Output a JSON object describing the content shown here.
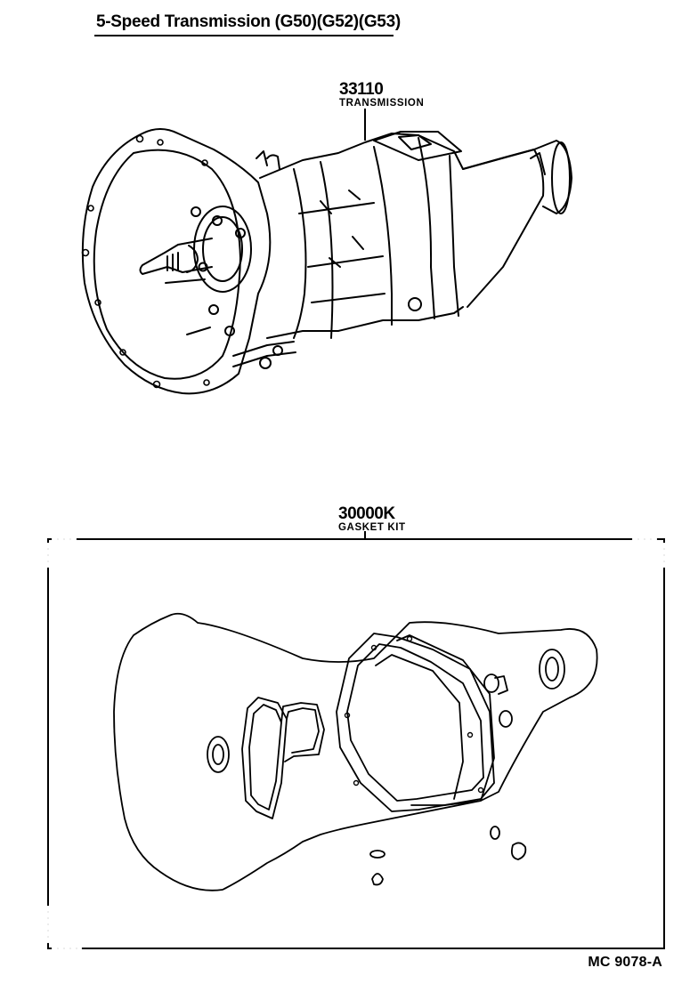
{
  "diagram": {
    "title": "5-Speed Transmission (G50)(G52)(G53)",
    "figure_code": "MC 9078-A",
    "parts": [
      {
        "part_number": "33110",
        "name": "TRANSMISSION",
        "icon": "transmission-assembly-drawing"
      },
      {
        "part_number": "30000K",
        "name": "GASKET KIT",
        "icon": "gasket-kit-drawing",
        "grouped_in_box": true
      }
    ]
  }
}
